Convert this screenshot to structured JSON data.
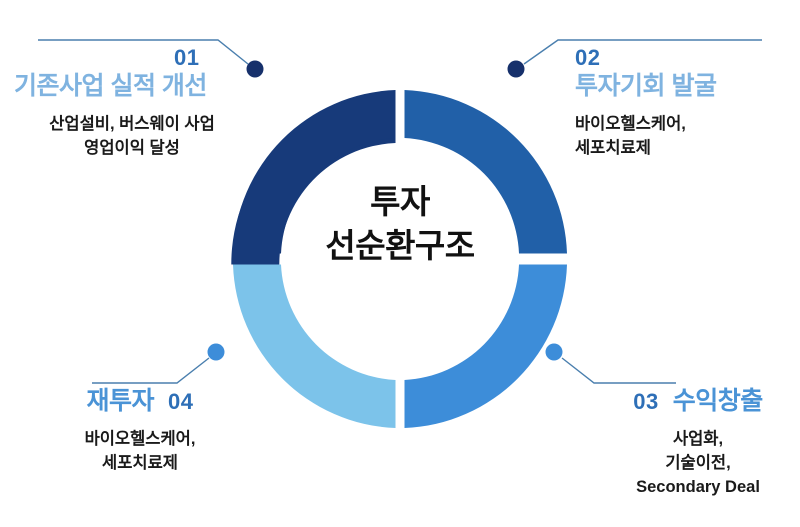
{
  "center": {
    "line1": "투자",
    "line2": "선순환구조"
  },
  "colors": {
    "segment1": "#173a7a",
    "segment2": "#2160a8",
    "segment3": "#3d8dd9",
    "segment4": "#7cc3ea",
    "number_dark": "#2e6fb7",
    "title_light": "#7fb3e0",
    "title_mid": "#4a93d6",
    "connector_line": "#4a7fae",
    "dot_navy": "#16306b",
    "dot_blue": "#3d8dd9",
    "body_text": "#1a1a1a"
  },
  "steps": [
    {
      "number": "01",
      "title": "기존사업 실적 개선",
      "desc_lines": [
        "산업설비, 버스웨이 사업",
        "영업이익 달성"
      ],
      "number_color": "#2e6fb7",
      "title_color": "#7fb3e0"
    },
    {
      "number": "02",
      "title": "투자기회 발굴",
      "desc_lines": [
        "바이오헬스케어,",
        "세포치료제"
      ],
      "number_color": "#2e6fb7",
      "title_color": "#7fb3e0"
    },
    {
      "number": "03",
      "title": "수익창출",
      "desc_lines": [
        "사업화,",
        "기술이전,",
        "Secondary Deal"
      ],
      "number_color": "#2e6fb7",
      "title_color": "#4a93d6"
    },
    {
      "number": "04",
      "title": "재투자",
      "desc_lines": [
        "바이오헬스케어,",
        "세포치료제"
      ],
      "number_color": "#2e6fb7",
      "title_color": "#4a93d6"
    }
  ],
  "chart_data": {
    "type": "pie",
    "title": "투자 선순환구조",
    "subtype": "donut-4-segment",
    "categories": [
      "01 기존사업 실적 개선",
      "02 투자기회 발굴",
      "03 수익창출",
      "04 재투자"
    ],
    "values": [
      25,
      25,
      25,
      25
    ],
    "colors": [
      "#173a7a",
      "#2160a8",
      "#3d8dd9",
      "#7cc3ea"
    ],
    "legend": "none",
    "grid": false,
    "notes": "Four equal quarter-arc segments with flat caps and small gaps at 12, 3, 6 and 9 o'clock positions."
  }
}
